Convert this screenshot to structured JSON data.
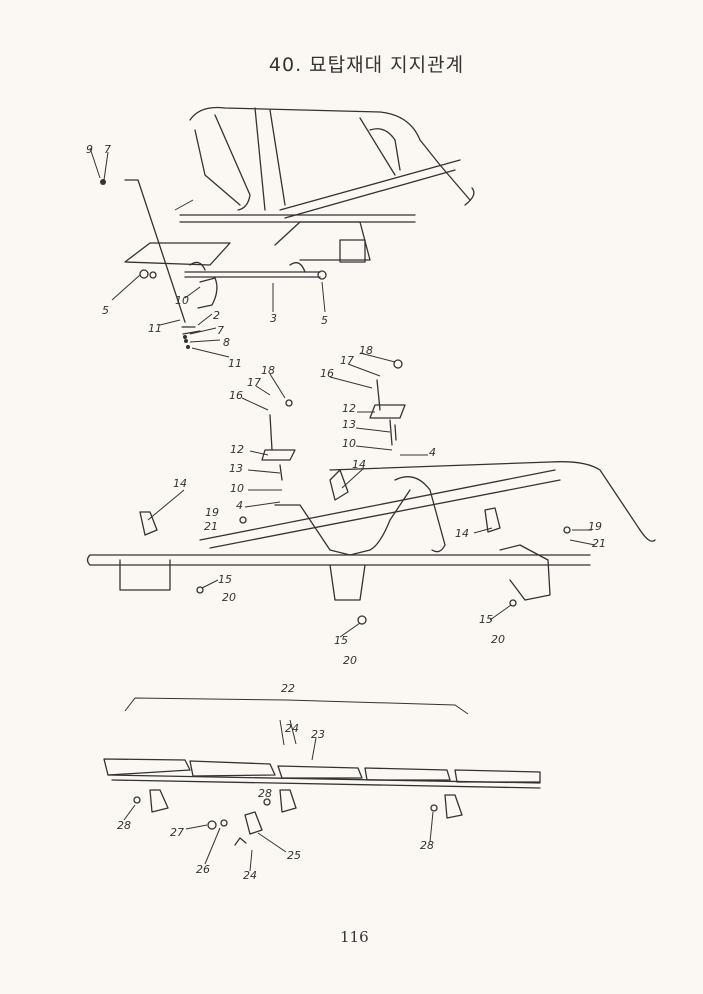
{
  "title": "40. 묘탑재대 지지관계",
  "page_number": "116",
  "labels": {
    "top": [
      "9",
      "7",
      "5",
      "10",
      "3",
      "5",
      "2",
      "11",
      "7",
      "8",
      "11"
    ],
    "middle": [
      "18",
      "17",
      "16",
      "12",
      "13",
      "10",
      "4",
      "19",
      "21",
      "14",
      "18",
      "17",
      "16",
      "12",
      "13",
      "10",
      "4",
      "14",
      "14",
      "19",
      "21",
      "15",
      "20",
      "15",
      "20",
      "15",
      "20"
    ],
    "bottom": [
      "22",
      "24",
      "23",
      "28",
      "28",
      "28",
      "27",
      "26",
      "25",
      "24"
    ]
  }
}
